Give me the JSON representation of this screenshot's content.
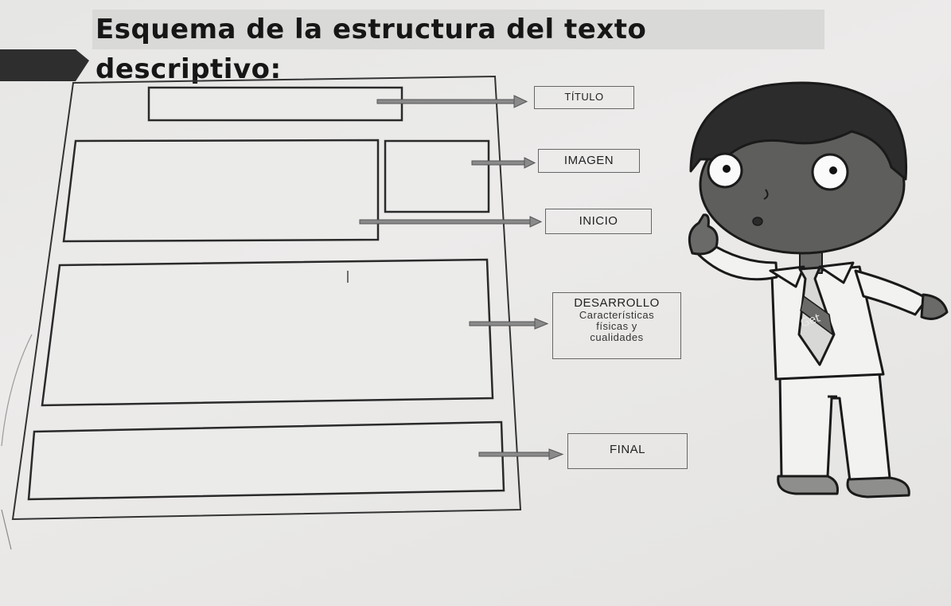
{
  "title": "Esquema de la estructura del texto descriptivo:",
  "labels": {
    "titulo": "TÍTULO",
    "imagen": "IMAGEN",
    "inicio": "INICIO",
    "desarrollo": "DESARROLLO",
    "desarrollo_line1": "Características",
    "desarrollo_line2": "físicas y",
    "desarrollo_line3": "cualidades",
    "final": "FINAL"
  },
  "tie_text": "Get"
}
